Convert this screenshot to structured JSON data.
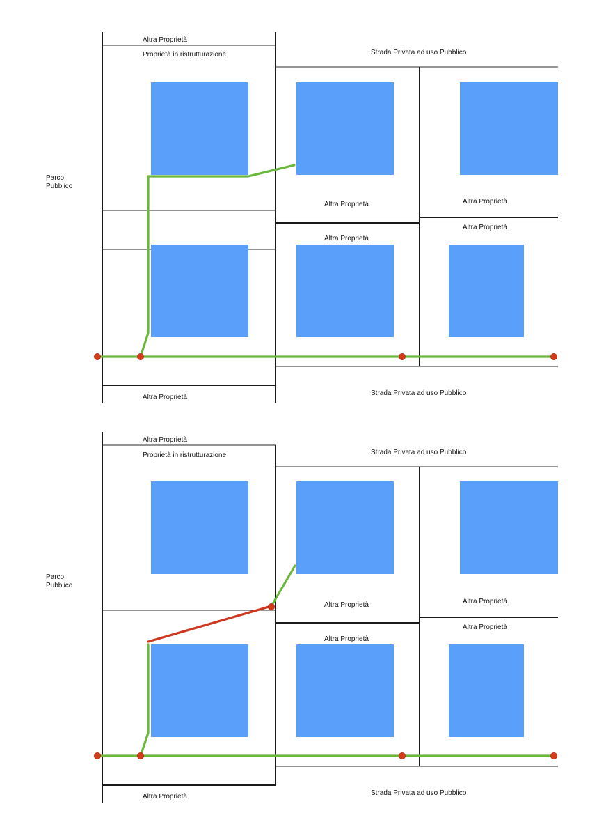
{
  "colors": {
    "building": "#5aa0fb",
    "green_route": "#6ab83b",
    "red_route": "#cc3820",
    "node": "#d23c1c"
  },
  "diagrams": [
    {
      "labels": {
        "parco_line1": "Parco",
        "parco_line2": "Pubblico",
        "altra_top": "Altra Proprietà",
        "ristrutturazione": "Proprietà in ristrutturazione",
        "strada_top": "Strada Privata ad uso Pubblico",
        "altra_mid_a": "Altra Proprietà",
        "altra_mid_b": "Altra Proprietà",
        "altra_mid_c": "Altra Proprietà",
        "altra_mid_d": "Altra Proprietà",
        "altra_bottom": "Altra Proprietà",
        "strada_bottom": "Strada Privata ad uso Pubblico"
      }
    },
    {
      "labels": {
        "parco_line1": "Parco",
        "parco_line2": "Pubblico",
        "altra_top": "Altra Proprietà",
        "ristrutturazione": "Proprietà in ristrutturazione",
        "strada_top": "Strada Privata ad uso Pubblico",
        "altra_mid_a": "Altra Proprietà",
        "altra_mid_b": "Altra Proprietà",
        "altra_mid_c": "Altra Proprietà",
        "altra_mid_d": "Altra Proprietà",
        "altra_bottom": "Altra Proprietà",
        "strada_bottom": "Strada Privata ad uso Pubblico"
      }
    }
  ]
}
